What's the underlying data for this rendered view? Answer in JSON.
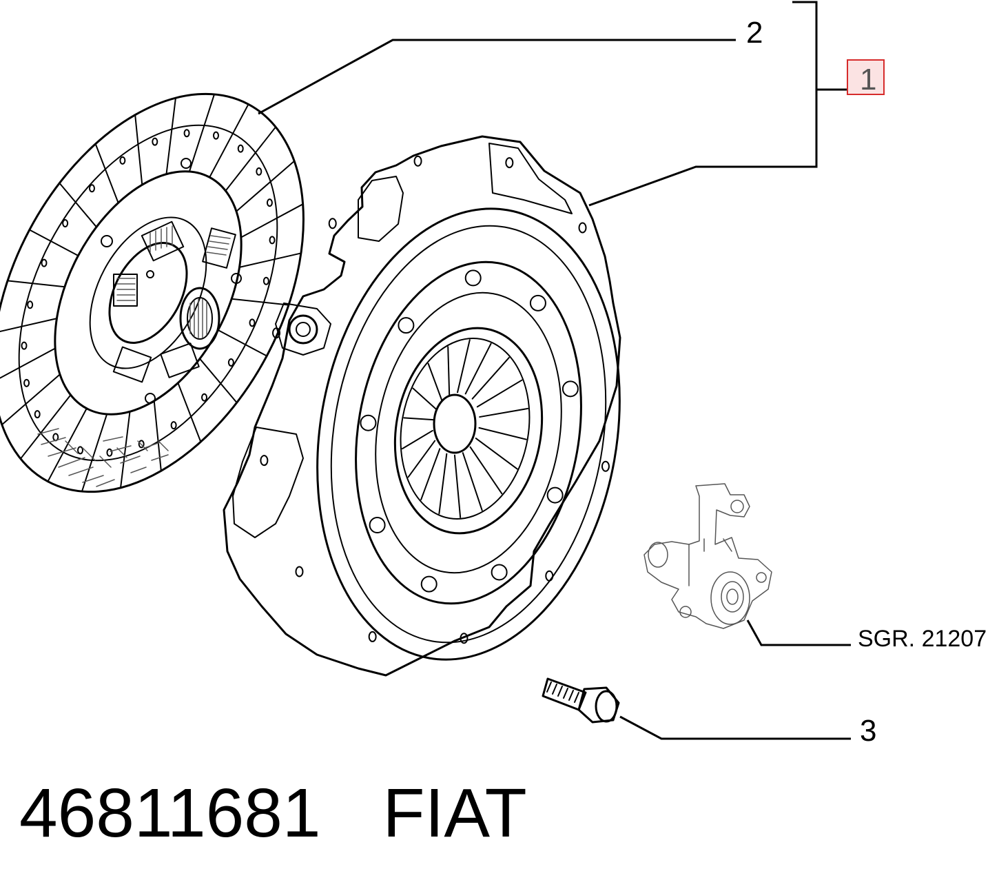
{
  "callouts": {
    "item_1": "1",
    "item_2": "2",
    "item_3": "3",
    "subgroup_ref": "SGR. 21207"
  },
  "footer": {
    "part_number": "46811681",
    "manufacturer": "FIAT"
  },
  "colors": {
    "highlight_fill": "#fbe3e3",
    "highlight_border": "#d62b2b"
  }
}
